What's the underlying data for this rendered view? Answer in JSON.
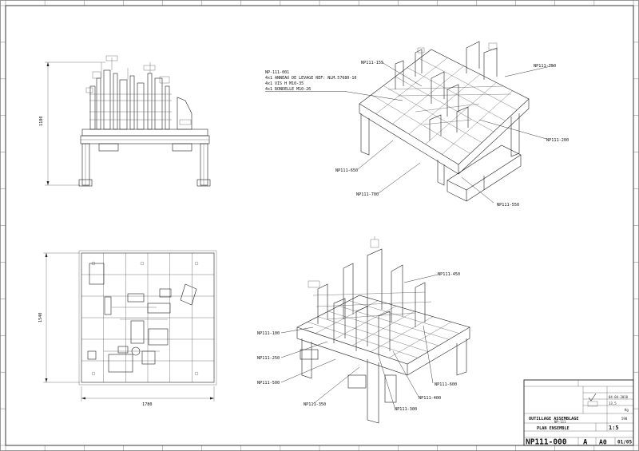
{
  "callouts_top": [
    {
      "id": "c-155",
      "text": "NP111-155"
    },
    {
      "id": "c-750",
      "text": "NP111-750"
    },
    {
      "id": "c-200",
      "text": "NP111-200"
    },
    {
      "id": "c-650",
      "text": "NP111-650"
    },
    {
      "id": "c-700",
      "text": "NP111-700"
    },
    {
      "id": "c-550",
      "text": "NP111-550"
    }
  ],
  "callouts_bottom": [
    {
      "id": "c-450",
      "text": "NP111-450"
    },
    {
      "id": "c-100",
      "text": "NP111-100"
    },
    {
      "id": "c-250",
      "text": "NP111-250"
    },
    {
      "id": "c-500",
      "text": "NP111-500"
    },
    {
      "id": "c-350",
      "text": "NP111-350"
    },
    {
      "id": "c-300",
      "text": "NP111-300"
    },
    {
      "id": "c-400",
      "text": "NP111-400"
    },
    {
      "id": "c-600",
      "text": "NP111-600"
    }
  ],
  "note": {
    "title": "NP-111-001",
    "lines": [
      "4x1 ANNEAU DE LEVAGE REF: NLM.57680-10",
      "4x1 VIS H M10-35",
      "4x1 RONDELLE M10-26"
    ]
  },
  "dims": {
    "height_front": "1180",
    "height_plan": "1540",
    "width_plan": "1780"
  },
  "title_block": {
    "line1": "OUTILLAGE ASSEMBLAGE",
    "line2": "NP-111",
    "line3": "PLAN ENSEMBLE",
    "part_number": "NP111-000",
    "revision": "A",
    "format": "A0",
    "scale": "1:5",
    "sheet": "01/05",
    "date": "04-04-2010",
    "weight": "Kg",
    "weight_val": "598",
    "tol": "13,5"
  }
}
